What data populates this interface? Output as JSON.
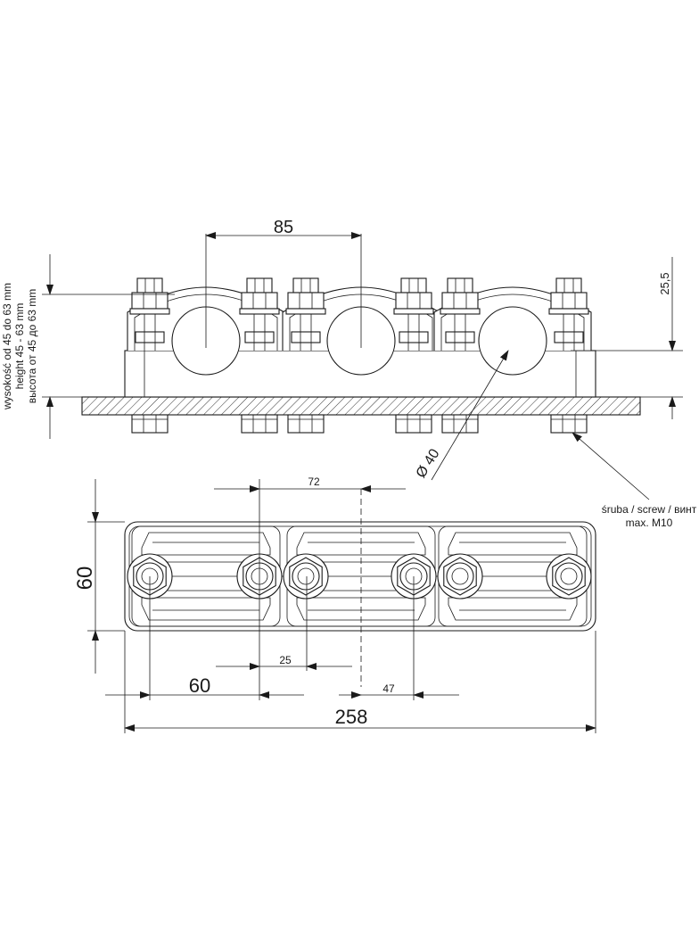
{
  "labels": {
    "height_pl": "wysokość od 45 do 63 mm",
    "height_en": "height 45 - 63 mm",
    "height_ru": "высота от 45 до 63 mm",
    "screw_line1": "śruba / screw / винт",
    "screw_line2": "max. M10",
    "dia": "Ø 40"
  },
  "dimensions": {
    "pitch_top": "85",
    "offset_right": "25,5",
    "pitch_mid": "72",
    "depth": "60",
    "slot": "25",
    "half": "60",
    "bolt": "47",
    "total": "258"
  },
  "colors": {
    "line": "#1a1a1a",
    "background": "#ffffff"
  }
}
